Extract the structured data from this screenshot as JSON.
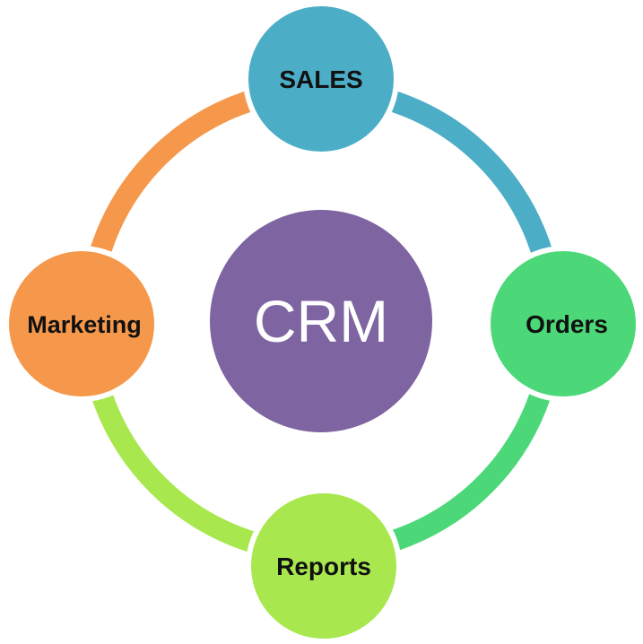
{
  "diagram": {
    "center": {
      "label": "CRM",
      "color": "#7E64A1"
    },
    "nodes": [
      {
        "id": "sales",
        "label": "SALES",
        "color": "#4BADC6"
      },
      {
        "id": "orders",
        "label": "Orders",
        "color": "#4CD879"
      },
      {
        "id": "reports",
        "label": "Reports",
        "color": "#A8E84E"
      },
      {
        "id": "marketing",
        "label": "Marketing",
        "color": "#F6984B"
      }
    ],
    "arcs": [
      {
        "from": "sales",
        "to": "orders",
        "color": "#4BADC6"
      },
      {
        "from": "orders",
        "to": "reports",
        "color": "#4CD879"
      },
      {
        "from": "reports",
        "to": "marketing",
        "color": "#A8E84E"
      },
      {
        "from": "marketing",
        "to": "sales",
        "color": "#F6984B"
      }
    ]
  }
}
